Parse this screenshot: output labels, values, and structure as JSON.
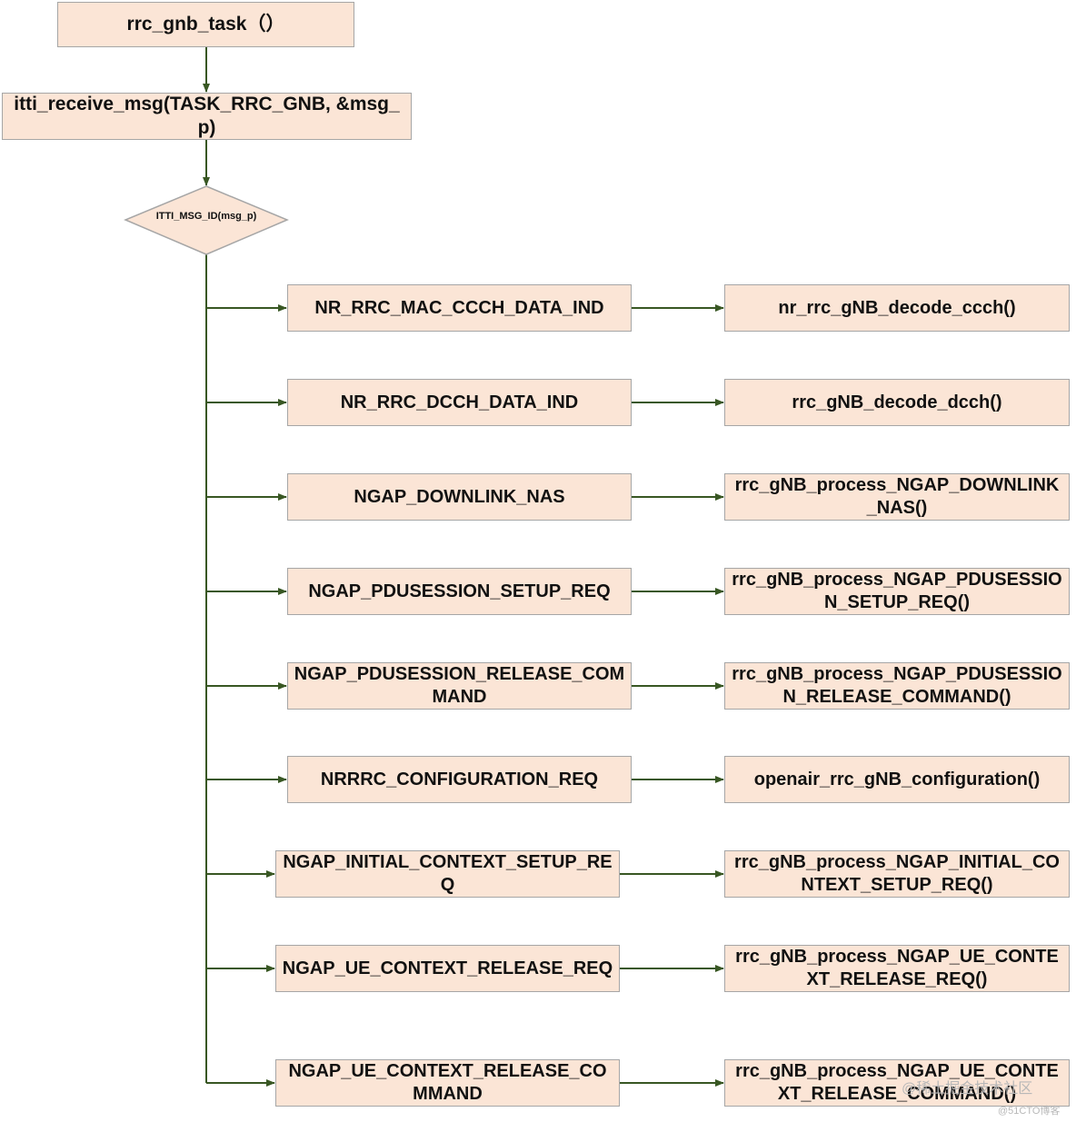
{
  "start": "rrc_gnb_task（）",
  "receive": "itti_receive_msg(TASK_RRC_GNB, &msg_p)",
  "decision": "ITTI_MSG_ID(msg_p)",
  "branches": [
    {
      "message": "NR_RRC_MAC_CCCH_DATA_IND",
      "handler": "nr_rrc_gNB_decode_ccch()"
    },
    {
      "message": "NR_RRC_DCCH_DATA_IND",
      "handler": "rrc_gNB_decode_dcch()"
    },
    {
      "message": "NGAP_DOWNLINK_NAS",
      "handler": "rrc_gNB_process_NGAP_DOWNLINK_NAS()"
    },
    {
      "message": "NGAP_PDUSESSION_SETUP_REQ",
      "handler": "rrc_gNB_process_NGAP_PDUSESSION_SETUP_REQ()"
    },
    {
      "message": "NGAP_PDUSESSION_RELEASE_COMMAND",
      "handler": "rrc_gNB_process_NGAP_PDUSESSION_RELEASE_COMMAND()"
    },
    {
      "message": "NRRRC_CONFIGURATION_REQ",
      "handler": "openair_rrc_gNB_configuration()"
    },
    {
      "message": "NGAP_INITIAL_CONTEXT_SETUP_REQ",
      "handler": "rrc_gNB_process_NGAP_INITIAL_CONTEXT_SETUP_REQ()"
    },
    {
      "message": "NGAP_UE_CONTEXT_RELEASE_REQ",
      "handler": "rrc_gNB_process_NGAP_UE_CONTEXT_RELEASE_REQ()"
    },
    {
      "message": "NGAP_UE_CONTEXT_RELEASE_COMMAND",
      "handler": "rrc_gNB_process_NGAP_UE_CONTEXT_RELEASE_COMMAND()"
    }
  ],
  "colors": {
    "box_fill": "#fbe5d6",
    "box_border": "#a6a6a6",
    "connector": "#385723"
  },
  "watermarks": [
    "@稀土掘金技术社区",
    "@51CTO博客"
  ]
}
